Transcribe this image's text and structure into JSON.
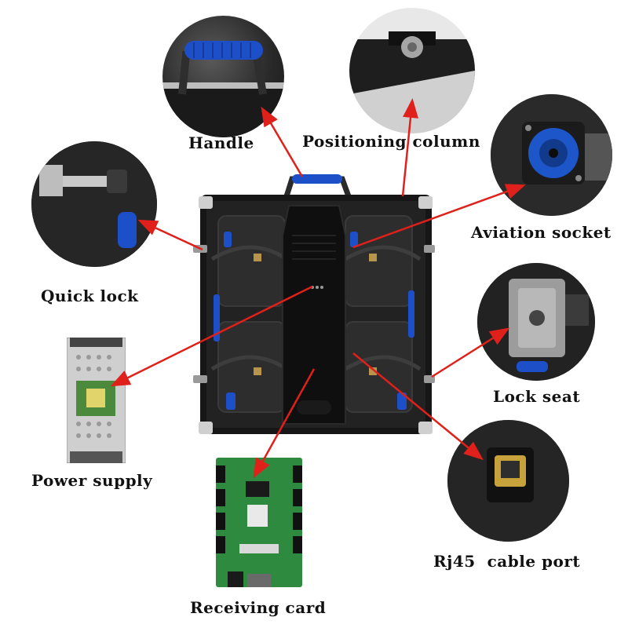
{
  "labels": {
    "handle": "Handle",
    "positioning_column": "Positioning column",
    "aviation_socket": "Aviation socket",
    "quick_lock": "Quick lock",
    "lock_seat": "Lock seat",
    "power_supply": "Power supply",
    "receiving_card": "Receiving card",
    "rj45_port": "Rj45  cable port"
  },
  "colors": {
    "arrow": "#e0201b",
    "accent_blue": "#1d4fc8",
    "cabinet_dark": "#1c1c1c",
    "pcb_green": "#2d8a3e"
  }
}
